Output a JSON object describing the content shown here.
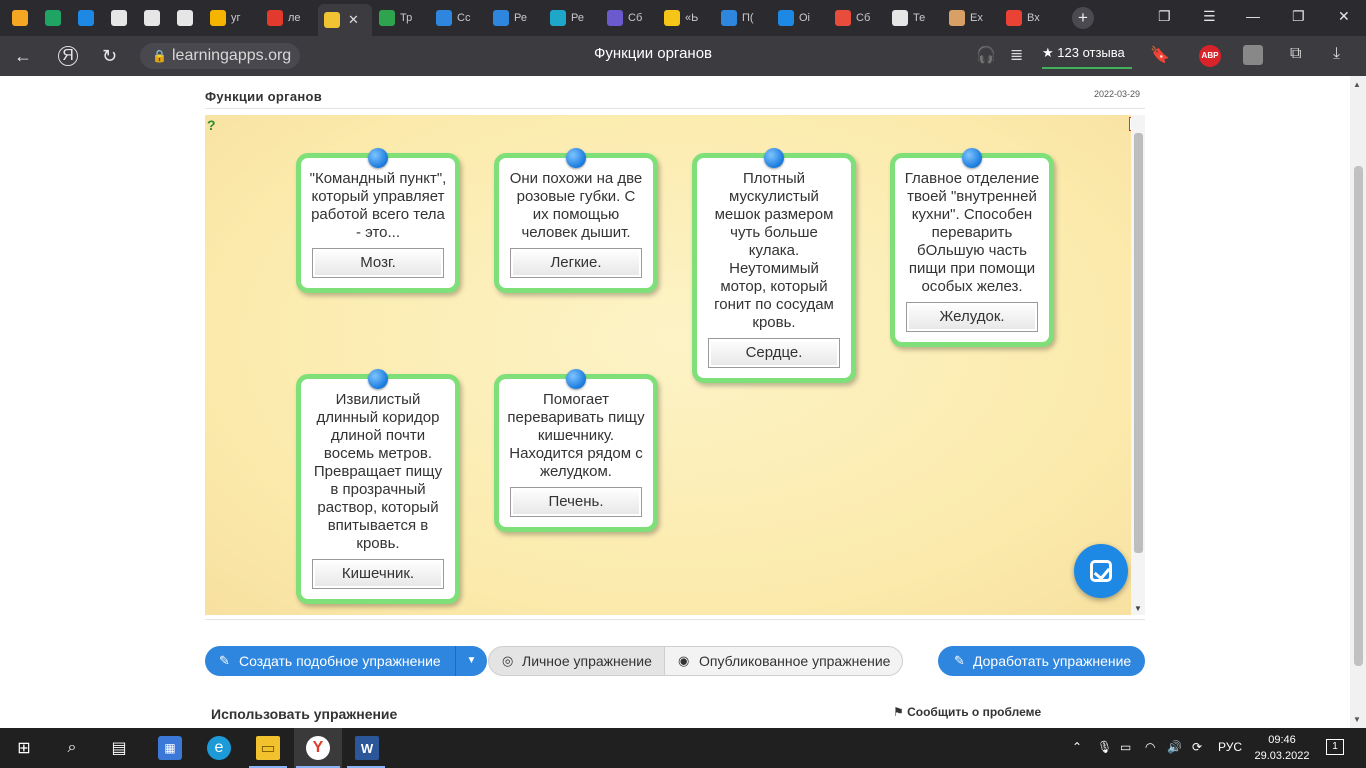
{
  "browser": {
    "tabs": [
      {
        "title": "",
        "icon": "hand-icon",
        "color": "#f5a623"
      },
      {
        "title": "",
        "icon": "google-drive-icon",
        "color": "#1fa463"
      },
      {
        "title": "",
        "icon": "chat-icon",
        "color": "#1e88e5"
      },
      {
        "title": "",
        "icon": "document-icon",
        "color": "#e6e6e6"
      },
      {
        "title": "",
        "icon": "document-icon",
        "color": "#e6e6e6"
      },
      {
        "title": "",
        "icon": "document-icon",
        "color": "#e6e6e6"
      },
      {
        "title": "уг",
        "icon": "slides-icon",
        "color": "#f4b400"
      },
      {
        "title": "ле",
        "icon": "yandex-icon",
        "color": "#e23b2e"
      },
      {
        "title": "",
        "icon": "learningapps-icon",
        "color": "#f1c232",
        "active": true
      },
      {
        "title": "Тр",
        "icon": "check-icon",
        "color": "#2ea44f"
      },
      {
        "title": "Сс",
        "icon": "checkbox-icon",
        "color": "#2e86de"
      },
      {
        "title": "Ре",
        "icon": "checkbox-icon",
        "color": "#2e86de"
      },
      {
        "title": "Ре",
        "icon": "book-icon",
        "color": "#1fa7c9"
      },
      {
        "title": "Сб",
        "icon": "owl-icon",
        "color": "#6a5acd"
      },
      {
        "title": "«Ь",
        "icon": "info-icon",
        "color": "#f5c518"
      },
      {
        "title": "П(",
        "icon": "checkbox-icon",
        "color": "#2e86de"
      },
      {
        "title": "Oi",
        "icon": "book-icon",
        "color": "#1e88e5"
      },
      {
        "title": "Сб",
        "icon": "video-icon",
        "color": "#e74c3c"
      },
      {
        "title": "Те",
        "icon": "document-icon",
        "color": "#e6e6e6"
      },
      {
        "title": "Ex",
        "icon": "photo-icon",
        "color": "#d9a066"
      },
      {
        "title": "Вх",
        "icon": "gmail-icon",
        "color": "#ea4335"
      }
    ],
    "url": "learningapps.org",
    "page_title": "Функции органов",
    "reviews_label": "★ 123 отзыва",
    "abp_label": "ABP"
  },
  "exercise": {
    "title": "Функции органов",
    "date": "2022-03-29",
    "cards": [
      {
        "question": "\"Командный пункт\", который управляет работой всего тела - это...",
        "answer": "Мозг."
      },
      {
        "question": "Они похожи на две розовые губки. С их помощью человек дышит.",
        "answer": "Легкие."
      },
      {
        "question": "Плотный мускулистый мешок размером чуть больше кулака. Неутомимый мотор, который гонит по сосудам кровь.",
        "answer": "Сердце."
      },
      {
        "question": "Главное отделение твоей \"внутренней кухни\". Способен переварить бОльшую часть пищи при помощи особых желез.",
        "answer": "Желудок."
      },
      {
        "question": "Извилистый длинный коридор длиной почти восемь метров. Превращает пищу в прозрачный раствор, который впитывается в кровь.",
        "answer": "Кишечник."
      },
      {
        "question": "Помогает переваривать пищу кишечнику. Находится рядом с желудком.",
        "answer": "Печень."
      }
    ]
  },
  "actions": {
    "create_similar": "Создать подобное упражнение",
    "private": "Личное упражнение",
    "published": "Опубликованное упражнение",
    "improve": "Доработать упражнение",
    "use_exercise": "Использовать упражнение",
    "report_problem": "Сообщить о проблеме"
  },
  "taskbar": {
    "language": "РУС",
    "time": "09:46",
    "date": "29.03.2022",
    "notifications": "1"
  }
}
